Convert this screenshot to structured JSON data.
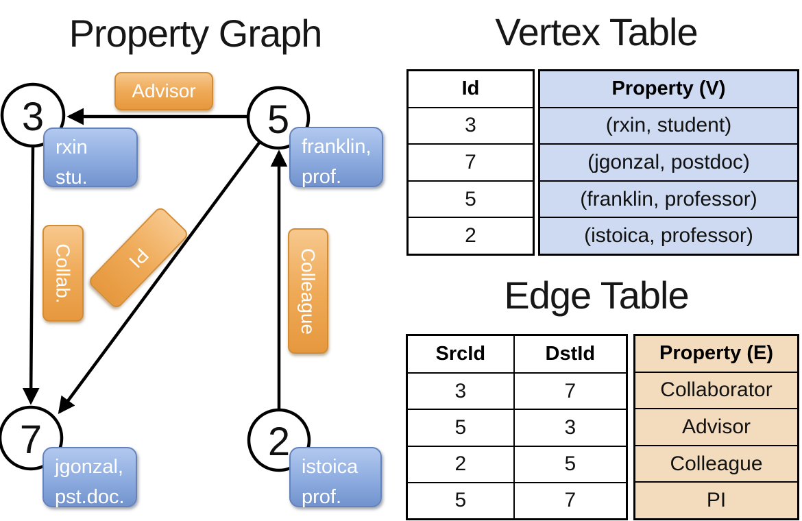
{
  "graph": {
    "title": "Property Graph",
    "vertices": [
      {
        "id": "3",
        "line1": "rxin",
        "line2": "stu."
      },
      {
        "id": "5",
        "line1": "franklin,",
        "line2": "prof."
      },
      {
        "id": "7",
        "line1": "jgonzal,",
        "line2": "pst.doc."
      },
      {
        "id": "2",
        "line1": "istoica",
        "line2": "prof."
      }
    ],
    "edge_labels": [
      {
        "label": "Advisor"
      },
      {
        "label": "Collab."
      },
      {
        "label": "PI"
      },
      {
        "label": "Colleague"
      }
    ]
  },
  "vertex_table": {
    "title": "Vertex Table",
    "id_header": "Id",
    "property_header": "Property (V)",
    "rows": [
      {
        "id": "3",
        "property": "(rxin, student)"
      },
      {
        "id": "7",
        "property": "(jgonzal, postdoc)"
      },
      {
        "id": "5",
        "property": "(franklin, professor)"
      },
      {
        "id": "2",
        "property": "(istoica, professor)"
      }
    ]
  },
  "edge_table": {
    "title": "Edge Table",
    "src_header": "SrcId",
    "dst_header": "DstId",
    "property_header": "Property (E)",
    "rows": [
      {
        "src": "3",
        "dst": "7",
        "property": "Collaborator"
      },
      {
        "src": "5",
        "dst": "3",
        "property": "Advisor"
      },
      {
        "src": "2",
        "dst": "5",
        "property": "Colleague"
      },
      {
        "src": "5",
        "dst": "7",
        "property": "PI"
      }
    ]
  },
  "colors": {
    "edge_label_orange": "#efab59",
    "vertex_box_blue": "#8fade0",
    "vertex_table_fill": "#cedaf1",
    "edge_table_fill": "#f3dbbd",
    "line_black": "#000000"
  }
}
